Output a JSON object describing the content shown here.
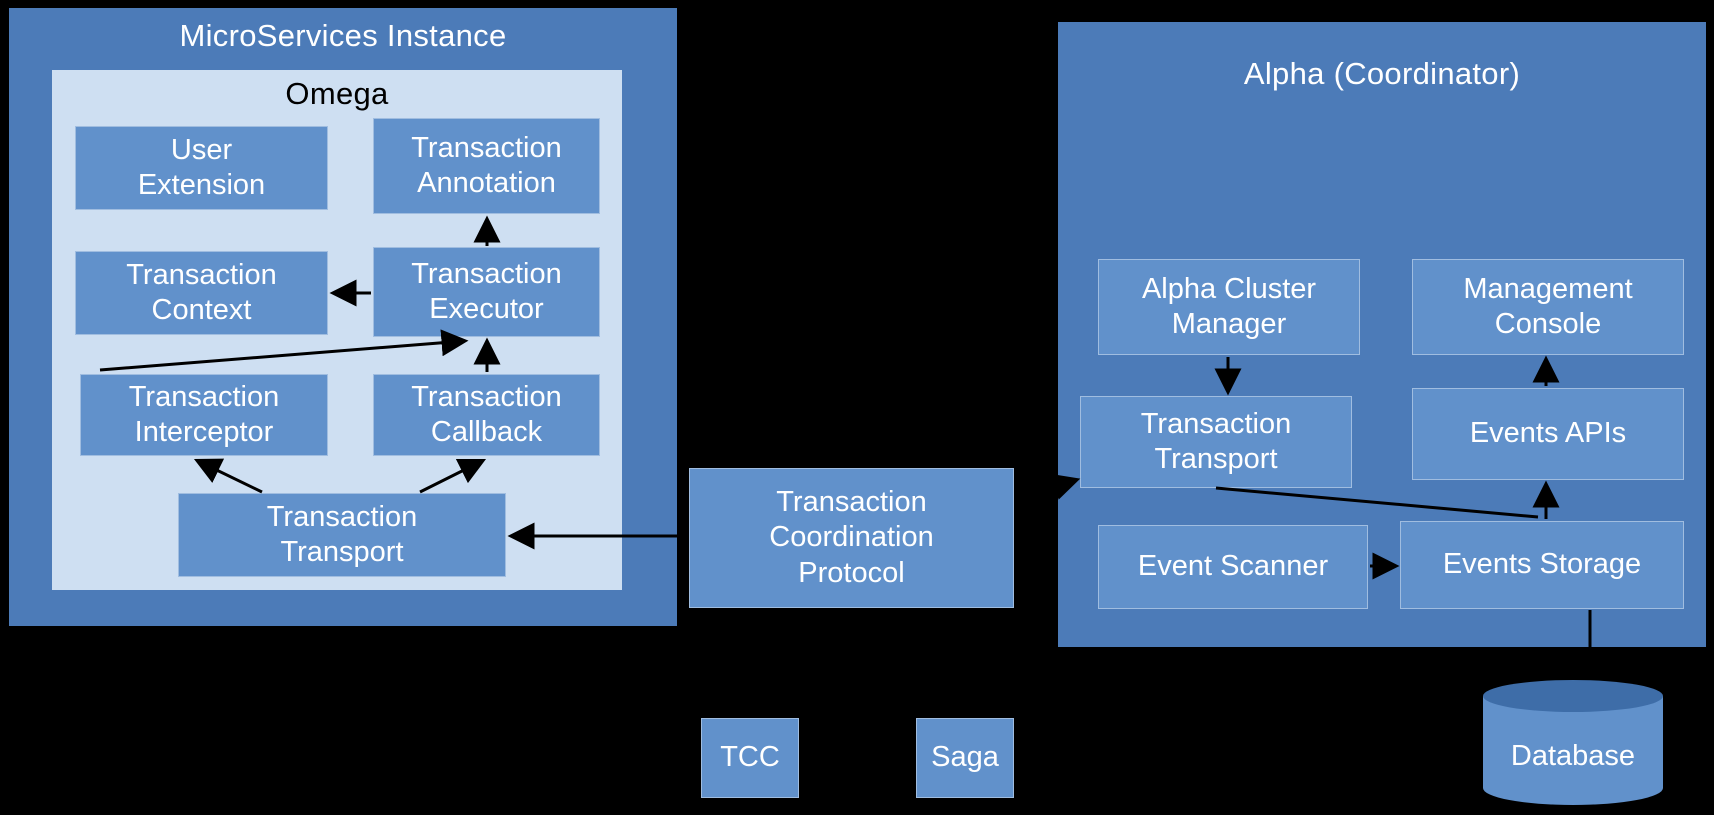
{
  "colors": {
    "background": "#000000",
    "panel_fill": "#4C7BB8",
    "omega_fill": "#CEDFF2",
    "node_fill": "#6191CB",
    "text_light": "#FFFFFF",
    "text_dark": "#000000",
    "arrow": "#000000"
  },
  "microservices": {
    "title": "MicroServices Instance",
    "omega": {
      "title": "Omega",
      "nodes": {
        "user_extension": "User Extension",
        "transaction_annotation": "Transaction Annotation",
        "transaction_context": "Transaction Context",
        "transaction_executor": "Transaction Executor",
        "transaction_interceptor": "Transaction Interceptor",
        "transaction_callback": "Transaction Callback",
        "transaction_transport": "Transaction Transport"
      }
    }
  },
  "protocol": {
    "label": "Transaction Coordination Protocol"
  },
  "standards": {
    "tcc": "TCC",
    "saga": "Saga"
  },
  "alpha": {
    "title": "Alpha (Coordinator)",
    "nodes": {
      "alpha_cluster_manager": "Alpha Cluster Manager",
      "management_console": "Management Console",
      "transaction_transport": "Transaction Transport",
      "events_apis": "Events APIs",
      "event_scanner": "Event Scanner",
      "events_storage": "Events Storage"
    }
  },
  "database": {
    "label": "Database"
  },
  "edges": [
    {
      "from": "transaction-executor",
      "to": "transaction-annotation"
    },
    {
      "from": "transaction-executor",
      "to": "transaction-context"
    },
    {
      "from": "transaction-interceptor",
      "to": "transaction-executor"
    },
    {
      "from": "transaction-callback",
      "to": "transaction-executor"
    },
    {
      "from": "transaction-transport-omega",
      "to": "transaction-interceptor"
    },
    {
      "from": "transaction-transport-omega",
      "to": "transaction-callback"
    },
    {
      "from": "transaction-coordination-protocol",
      "to": "transaction-transport-omega"
    },
    {
      "from": "transaction-coordination-protocol",
      "to": "transaction-transport-alpha"
    },
    {
      "from": "alpha-cluster-manager",
      "to": "transaction-transport-alpha"
    },
    {
      "from": "events-apis",
      "to": "management-console"
    },
    {
      "from": "transaction-transport-alpha",
      "to": "events-storage"
    },
    {
      "from": "events-storage",
      "to": "events-apis"
    },
    {
      "from": "event-scanner",
      "to": "events-storage"
    },
    {
      "from": "events-storage",
      "to": "database"
    }
  ]
}
